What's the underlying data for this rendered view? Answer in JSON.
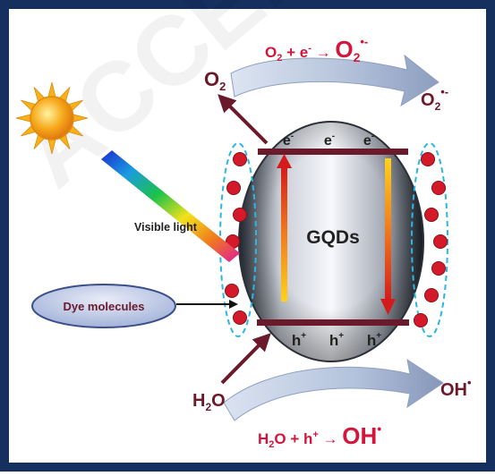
{
  "colors": {
    "border": "#152f5f",
    "equation": "#d4143a",
    "species": "#6b1a2c",
    "band": "#6b1a2c",
    "dot": "#d41a2a",
    "dashed": "#2bb6e6"
  },
  "equations": {
    "reduction": {
      "left": "O",
      "left_sub": "2",
      "middle": " + e",
      "middle_sup": "-",
      "arrow": " → ",
      "right": "O",
      "right_sub": "2",
      "right_sup": "•-"
    },
    "oxidation": {
      "left": "H",
      "left_sub": "2",
      "middle": "O + h",
      "middle_sup": "+",
      "arrow": " → ",
      "right": "OH",
      "right_sup": "•"
    }
  },
  "species": {
    "o2_left": {
      "base": "O",
      "sub": "2"
    },
    "o2_radical": {
      "base": "O",
      "sub": "2",
      "sup": "•-"
    },
    "h2o": {
      "base": "H",
      "sub": "2",
      "tail": "O"
    },
    "oh_radical": {
      "base": "OH",
      "sup": "•"
    }
  },
  "qd": {
    "label": "GQDs",
    "electrons": [
      "e-",
      "e-",
      "e-"
    ],
    "holes": [
      "h+",
      "h+",
      "h+"
    ]
  },
  "labels": {
    "visible_light": "Visible light",
    "dye_molecules": "Dye molecules"
  },
  "icons": {
    "sun": "sun-icon",
    "light_ray": "light-ray",
    "dye_dots": "dye-dots"
  },
  "watermark": "ACCEPTED"
}
